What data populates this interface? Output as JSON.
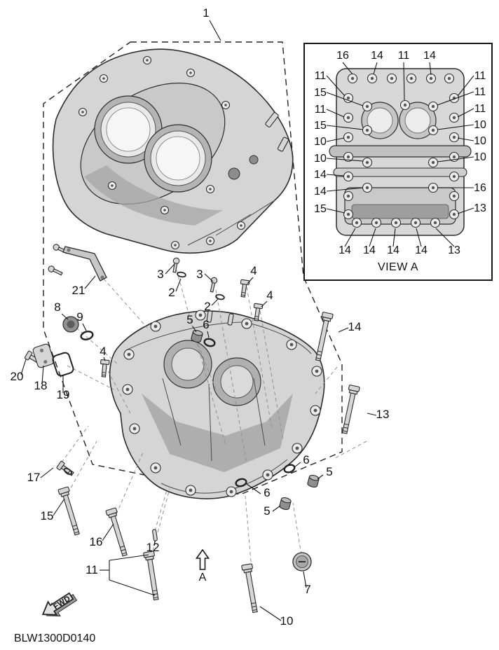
{
  "code": "BLW1300D0140",
  "fwd_label": "FWD",
  "arrow_label": "A",
  "main_callouts": [
    "1",
    "3",
    "2",
    "3",
    "2",
    "4",
    "4",
    "21",
    "8",
    "9",
    "5",
    "6",
    "4",
    "20",
    "18",
    "19",
    "14",
    "13",
    "6",
    "5",
    "6",
    "5",
    "17",
    "15",
    "16",
    "12",
    "11",
    "7",
    "10"
  ],
  "view_a": {
    "caption": "VIEW A",
    "top": [
      "16",
      "14",
      "11",
      "14"
    ],
    "left": [
      "11",
      "15",
      "11",
      "15",
      "10",
      "10",
      "14",
      "14",
      "15"
    ],
    "right": [
      "11",
      "11",
      "11",
      "10",
      "10",
      "10",
      "16",
      "13"
    ],
    "bottom": [
      "14",
      "14",
      "14",
      "14",
      "13"
    ]
  },
  "palette": {
    "ink": "#111111",
    "outline": "#2b2b2b",
    "metal_light": "#d6d6d6",
    "metal_mid": "#b5b5b5",
    "metal_dark": "#8f8f8f",
    "background": "#ffffff"
  }
}
